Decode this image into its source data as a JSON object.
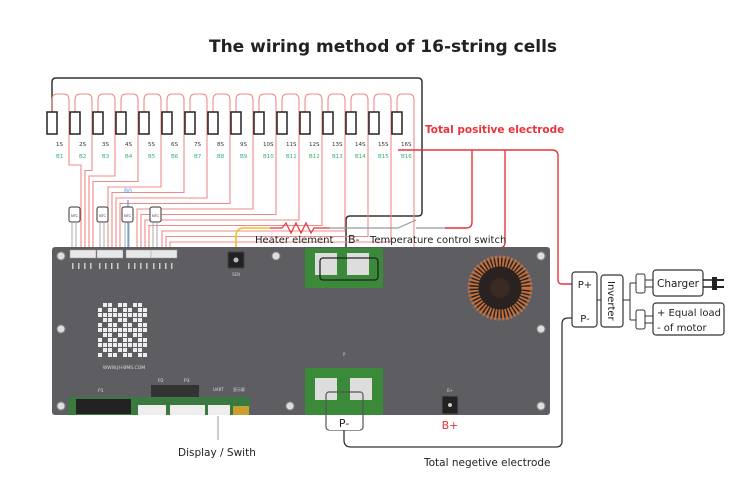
{
  "title": "The wiring method of 16-string cells",
  "cells": [
    "1S",
    "2S",
    "3S",
    "4S",
    "5S",
    "6S",
    "7S",
    "8S",
    "9S",
    "10S",
    "11S",
    "12S",
    "13S",
    "14S",
    "15S",
    "16S"
  ],
  "balance_labels": [
    "B1",
    "B2",
    "B3",
    "B4",
    "B5",
    "B6",
    "B7",
    "B8",
    "B9",
    "B10",
    "B11",
    "B12",
    "B13",
    "B14",
    "B15",
    "B16"
  ],
  "b0_label": "B0",
  "ntc_labels": [
    "NTC",
    "NTC",
    "NTC",
    "NTC"
  ],
  "labels": {
    "total_positive": "Total positive electrode",
    "heater": "Heater element",
    "b_minus": "B-",
    "temp_switch": "Temperature control switch",
    "p_plus": "P+",
    "p_minus_right": "P-",
    "inverter": "Inverter",
    "charger": "Charger",
    "equal_load_1": "+ Equal load",
    "equal_load_2": "- of motor",
    "p_minus": "P-",
    "b_plus": "B+",
    "display_switch": "Display / Swith",
    "total_negative": "Total negetive electrode"
  },
  "board": {
    "website": "WWW.JH-BMS.COM",
    "p1": "P1",
    "p2": "P2",
    "p3": "P3",
    "uart": "UART",
    "display": "显示屏",
    "b_plus_pad": "B+",
    "p_pad": "P",
    "heater_pad": "SEN"
  },
  "colors": {
    "positive": "#e8333a",
    "negative": "#333333",
    "balance": "#f0a0a0",
    "board": "#5e5e62",
    "pcb_green": "#3a8a3a",
    "balance_text": "#2db36b",
    "b0": "#3aa0e0",
    "heater": "#f0c020"
  }
}
